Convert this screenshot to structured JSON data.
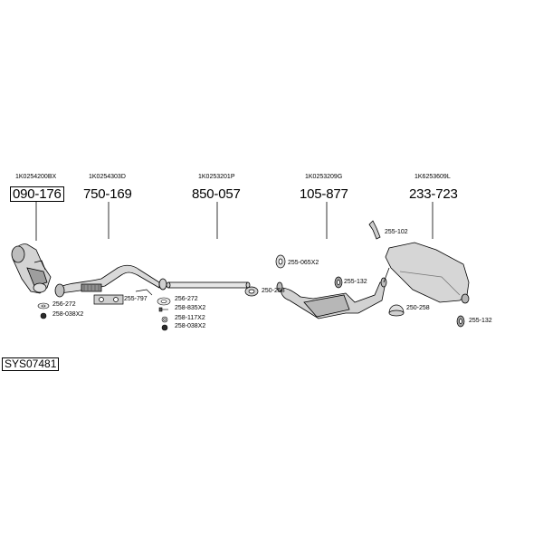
{
  "diagram_id": "SYS07481",
  "sections": [
    {
      "oe": "1K0254200BX",
      "part": "090-176",
      "boxed": true
    },
    {
      "oe": "1K0254303D",
      "part": "750-169",
      "boxed": false
    },
    {
      "oe": "1K0253201P",
      "part": "850-057",
      "boxed": false
    },
    {
      "oe": "1K0253209G",
      "part": "105-877",
      "boxed": false
    },
    {
      "oe": "1K6253609L",
      "part": "233-723",
      "boxed": false
    }
  ],
  "accessories": {
    "a1": "256-272",
    "a2": "258-038X2",
    "a3": "255-797",
    "a4": "256-272",
    "a5": "258-835X2",
    "a6": "258-117X2",
    "a7": "258-038X2",
    "a8": "250-258",
    "a9": "255-065X2",
    "a10": "255-132",
    "a11": "255-102",
    "a12": "250-258",
    "a13": "255-132"
  }
}
